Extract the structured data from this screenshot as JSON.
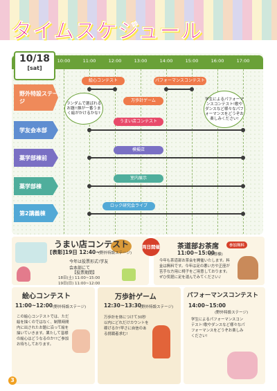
{
  "page": {
    "title": "タイムスケジュール",
    "page_number": "3"
  },
  "schedule": {
    "date": "10/18",
    "day": "[sat]",
    "times": [
      "10:00",
      "11:00",
      "12:00",
      "13:00",
      "14:00",
      "15:00",
      "16:00",
      "17:00"
    ],
    "rows": [
      {
        "label": "野外特設ステージ",
        "color": "#ef8a5a"
      },
      {
        "label": "学友会本部",
        "color": "#5f8ed1"
      },
      {
        "label": "薬学部棟前",
        "color": "#7a70c4"
      },
      {
        "label": "薬学部棟",
        "color": "#4fae9c"
      },
      {
        "label": "第2講義棟",
        "color": "#52a9d6"
      }
    ],
    "events": [
      {
        "label": "絵心コンテスト",
        "color": "#ef7a4a"
      },
      {
        "label": "パフォーマンスコンテスト",
        "color": "#ef7a4a"
      },
      {
        "label": "万歩計ゲーム",
        "color": "#ef7a4a"
      },
      {
        "label": "うまい店コンテスト",
        "color": "#e84a6a"
      },
      {
        "label": "模擬店",
        "color": "#7a70c4"
      },
      {
        "label": "室内展示",
        "color": "#4fae9c"
      },
      {
        "label": "ロック研究会ライブ",
        "color": "#52a9d6"
      }
    ],
    "bubble_left": "ランダムで選ばれるお題!!誰が一番うまく絵がかけるかな?",
    "bubble_right": "学生によるパフォーマンスコンテスト!歌やダンスなど様々なパフォーマンスをどうぞお楽しみください!"
  },
  "umai": {
    "title": "うまい店コンテスト",
    "date_line": "[表彰]19日 12:40~",
    "venue": "(野外特設ステージ)",
    "desc": "今年は投票形式!学友会本部にて",
    "vote_label": "【投票期間】",
    "vote1": "18日(土) 11:00~15:00",
    "vote2": "19日(日) 11:00~12:00"
  },
  "sado": {
    "badge": "両日開催",
    "title": "茶道部お茶席",
    "fee_badge": "参加無料",
    "time": "11:00~15:00",
    "venue": "(研修棟)",
    "desc": "今年も茶道部お茶会を開催いたします。料金は無料です。今年は足の悪い方や正座が苦手な方用に椅子をご用意しております。ぜひ気軽に足を運んでみてください♪"
  },
  "eshin": {
    "title": "絵心コンテスト",
    "time": "11:00~12:00",
    "venue": "(野外特設ステージ)",
    "desc": "この絵心コンテストでは、ただ絵を描くのではなく、制限時間内に出されたお題に沿って絵を描いていきます。果たして皆様の絵心はどうなるのか!?ご参加お待ちしております。"
  },
  "manpo": {
    "title": "万歩計ゲーム",
    "time": "12:30~13:30",
    "venue": "(野外特設ステージ)",
    "desc": "万歩計を体につけて30秒以内にどれだけカウントを稼げるか!早さに自信のある挑戦者求む!"
  },
  "perf": {
    "title": "パフォーマンスコンテスト",
    "time": "14:00~15:00",
    "venue": "(野外特設ステージ)",
    "desc": "学生によるパフォーマンスコンテスト!歌やダンスなど様々なパフォーマンスをどうぞお楽しみください!"
  }
}
